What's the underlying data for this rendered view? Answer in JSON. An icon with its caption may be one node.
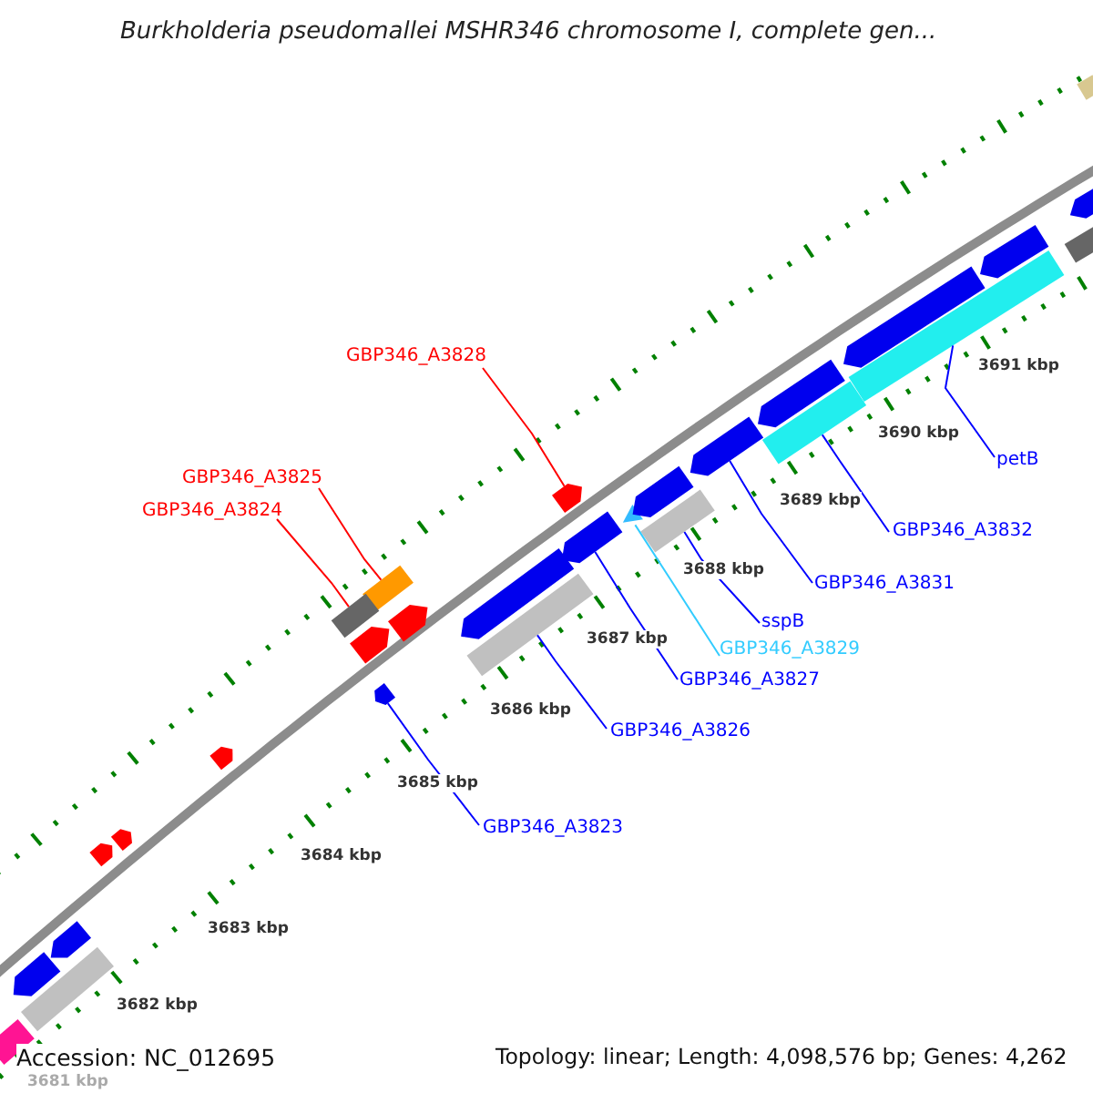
{
  "diagram": {
    "title": "Burkholderia pseudomallei MSHR346 chromosome I, complete gen...",
    "nodes": [
      {
        "text": [
          "GBP346_A3828"
        ]
      },
      {
        "text": [],
        "shape": "arrow"
      },
      {
        "text": [
          "GBP346_A3825"
        ]
      },
      {
        "text": [],
        "shape": "box"
      },
      {
        "text": [
          "GBP346_A3824"
        ]
      },
      {
        "text": [],
        "shape": "box"
      },
      {
        "text": [
          "GBP346_A3823"
        ]
      },
      {
        "text": [],
        "shape": "arrow"
      },
      {
        "text": [
          "GBP346_A3826"
        ]
      },
      {
        "text": [],
        "shape": "box"
      },
      {
        "text": [
          "GBP346_A3827"
        ]
      },
      {
        "text": [],
        "shape": "arrow"
      },
      {
        "text": [
          "GBP346_A3829"
        ]
      },
      {
        "text": [],
        "shape": "triangle"
      },
      {
        "text": [
          "sspB"
        ]
      },
      {
        "text": [],
        "shape": "box"
      },
      {
        "text": [
          "GBP346_A3831"
        ]
      },
      {
        "text": [],
        "shape": "arrow"
      },
      {
        "text": [
          "GBP346_A3832"
        ]
      },
      {
        "text": [],
        "shape": "box"
      },
      {
        "text": [
          "petB"
        ]
      },
      {
        "text": [],
        "shape": "box"
      },
      {
        "text": [],
        "shape": "box"
      },
      {
        "text": [],
        "shape": "arrow"
      },
      {
        "text": [],
        "shape": "box"
      },
      {
        "text": [],
        "shape": "arrow"
      },
      {
        "text": [],
        "shape": "arrow"
      },
      {
        "text": [],
        "shape": "arrow"
      },
      {
        "text": [],
        "shape": "arrow"
      },
      {
        "text": [],
        "shape": "arrow"
      },
      {
        "text": [],
        "shape": "arrow"
      },
      {
        "text": [],
        "shape": "arrow"
      },
      {
        "text": [],
        "shape": "arrow"
      },
      {
        "text": [],
        "shape": "arrow"
      },
      {
        "text": [],
        "shape": "arrow"
      },
      {
        "text": [],
        "shape": "arrow"
      },
      {
        "text": [],
        "shape": "arrow"
      },
      {
        "text": [],
        "shape": "box"
      },
      {
        "text": [],
        "shape": "box"
      }
    ],
    "edges": [
      {
        "from": 0,
        "to": 1,
        "arrow": "none",
        "color": "#ff0000"
      },
      {
        "from": 2,
        "to": 3,
        "arrow": "none",
        "color": "#ff0000"
      },
      {
        "from": 4,
        "to": 5,
        "arrow": "none",
        "color": "#ff0000"
      },
      {
        "from": 6,
        "to": 7,
        "arrow": "none"
      },
      {
        "from": 8,
        "to": 9,
        "arrow": "none"
      },
      {
        "from": 10,
        "to": 11,
        "arrow": "none"
      },
      {
        "from": 12,
        "to": 13,
        "arrow": "none",
        "color": "#33ccff"
      },
      {
        "from": 14,
        "to": 15,
        "arrow": "none"
      },
      {
        "from": 16,
        "to": 17,
        "arrow": "none"
      },
      {
        "from": 18,
        "to": 19,
        "arrow": "none"
      },
      {
        "from": 20,
        "to": 21,
        "arrow": "none"
      }
    ],
    "labels": [
      "3691 kbp",
      "3690 kbp",
      "3689 kbp",
      "3688 kbp",
      "3687 kbp",
      "3686 kbp",
      "3685 kbp",
      "3684 kbp",
      "3683 kbp",
      "3682 kbp",
      "3681 kbp",
      "Accession: NC_012695",
      "Topology: linear; Length: 4,098,576 bp; Genes: 4,262"
    ]
  }
}
